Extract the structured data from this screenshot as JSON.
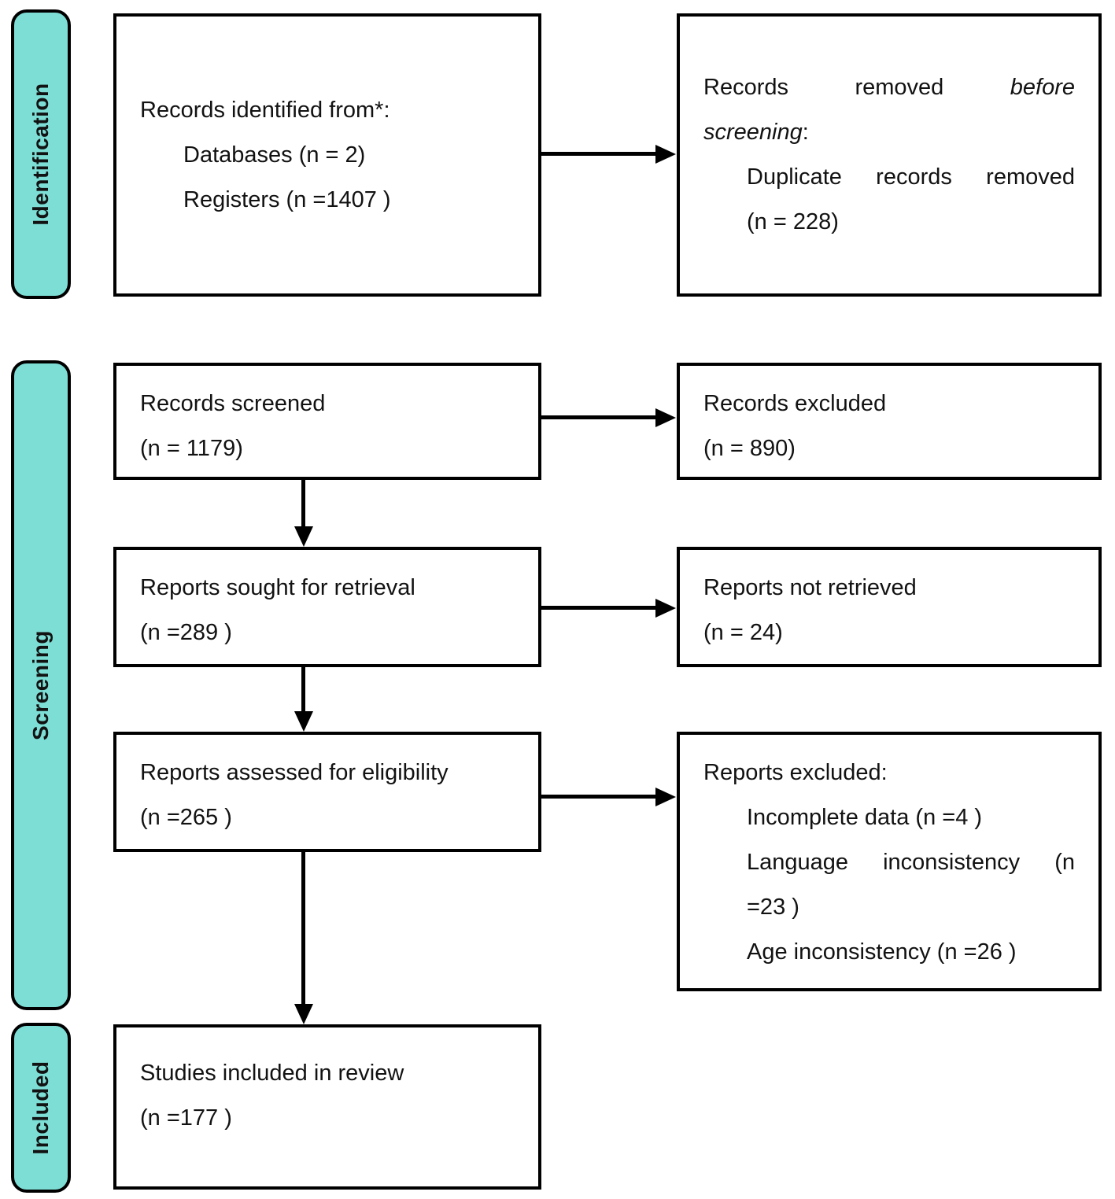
{
  "colors": {
    "stage_fill": "#7DDED6",
    "line": "#000000"
  },
  "stages": {
    "identification": {
      "label": "Identification"
    },
    "screening": {
      "label": "Screening"
    },
    "included": {
      "label": "Included"
    }
  },
  "boxes": {
    "records_identified": {
      "title": "Records identified from*:",
      "databases": "Databases (n = 2)",
      "registers": "Registers (n =1407 )"
    },
    "records_removed": {
      "lead": "Records removed",
      "lead_italic": "before",
      "wrap_italic": "screening",
      "wrap_tail": ":",
      "reason": "Duplicate records removed",
      "count": "(n = 228)"
    },
    "records_screened": {
      "title": "Records screened",
      "count": "(n = 1179)"
    },
    "records_excluded": {
      "title": "Records excluded",
      "count": "(n = 890)"
    },
    "reports_sought": {
      "title": "Reports sought for retrieval",
      "count": "(n =289 )"
    },
    "reports_not_retrieved": {
      "title": "Reports not retrieved",
      "count": "(n = 24)"
    },
    "reports_assessed": {
      "title": "Reports assessed for eligibility",
      "count": "(n =265 )"
    },
    "reports_excluded": {
      "title": "Reports excluded:",
      "reason1": "Incomplete data (n =4 )",
      "reason2_lead": "Language inconsistency (n",
      "reason2_tail": "=23 )",
      "reason3": "Age inconsistency (n =26 )"
    },
    "studies_included": {
      "title": "Studies included in review",
      "count": "(n =177 )"
    }
  }
}
